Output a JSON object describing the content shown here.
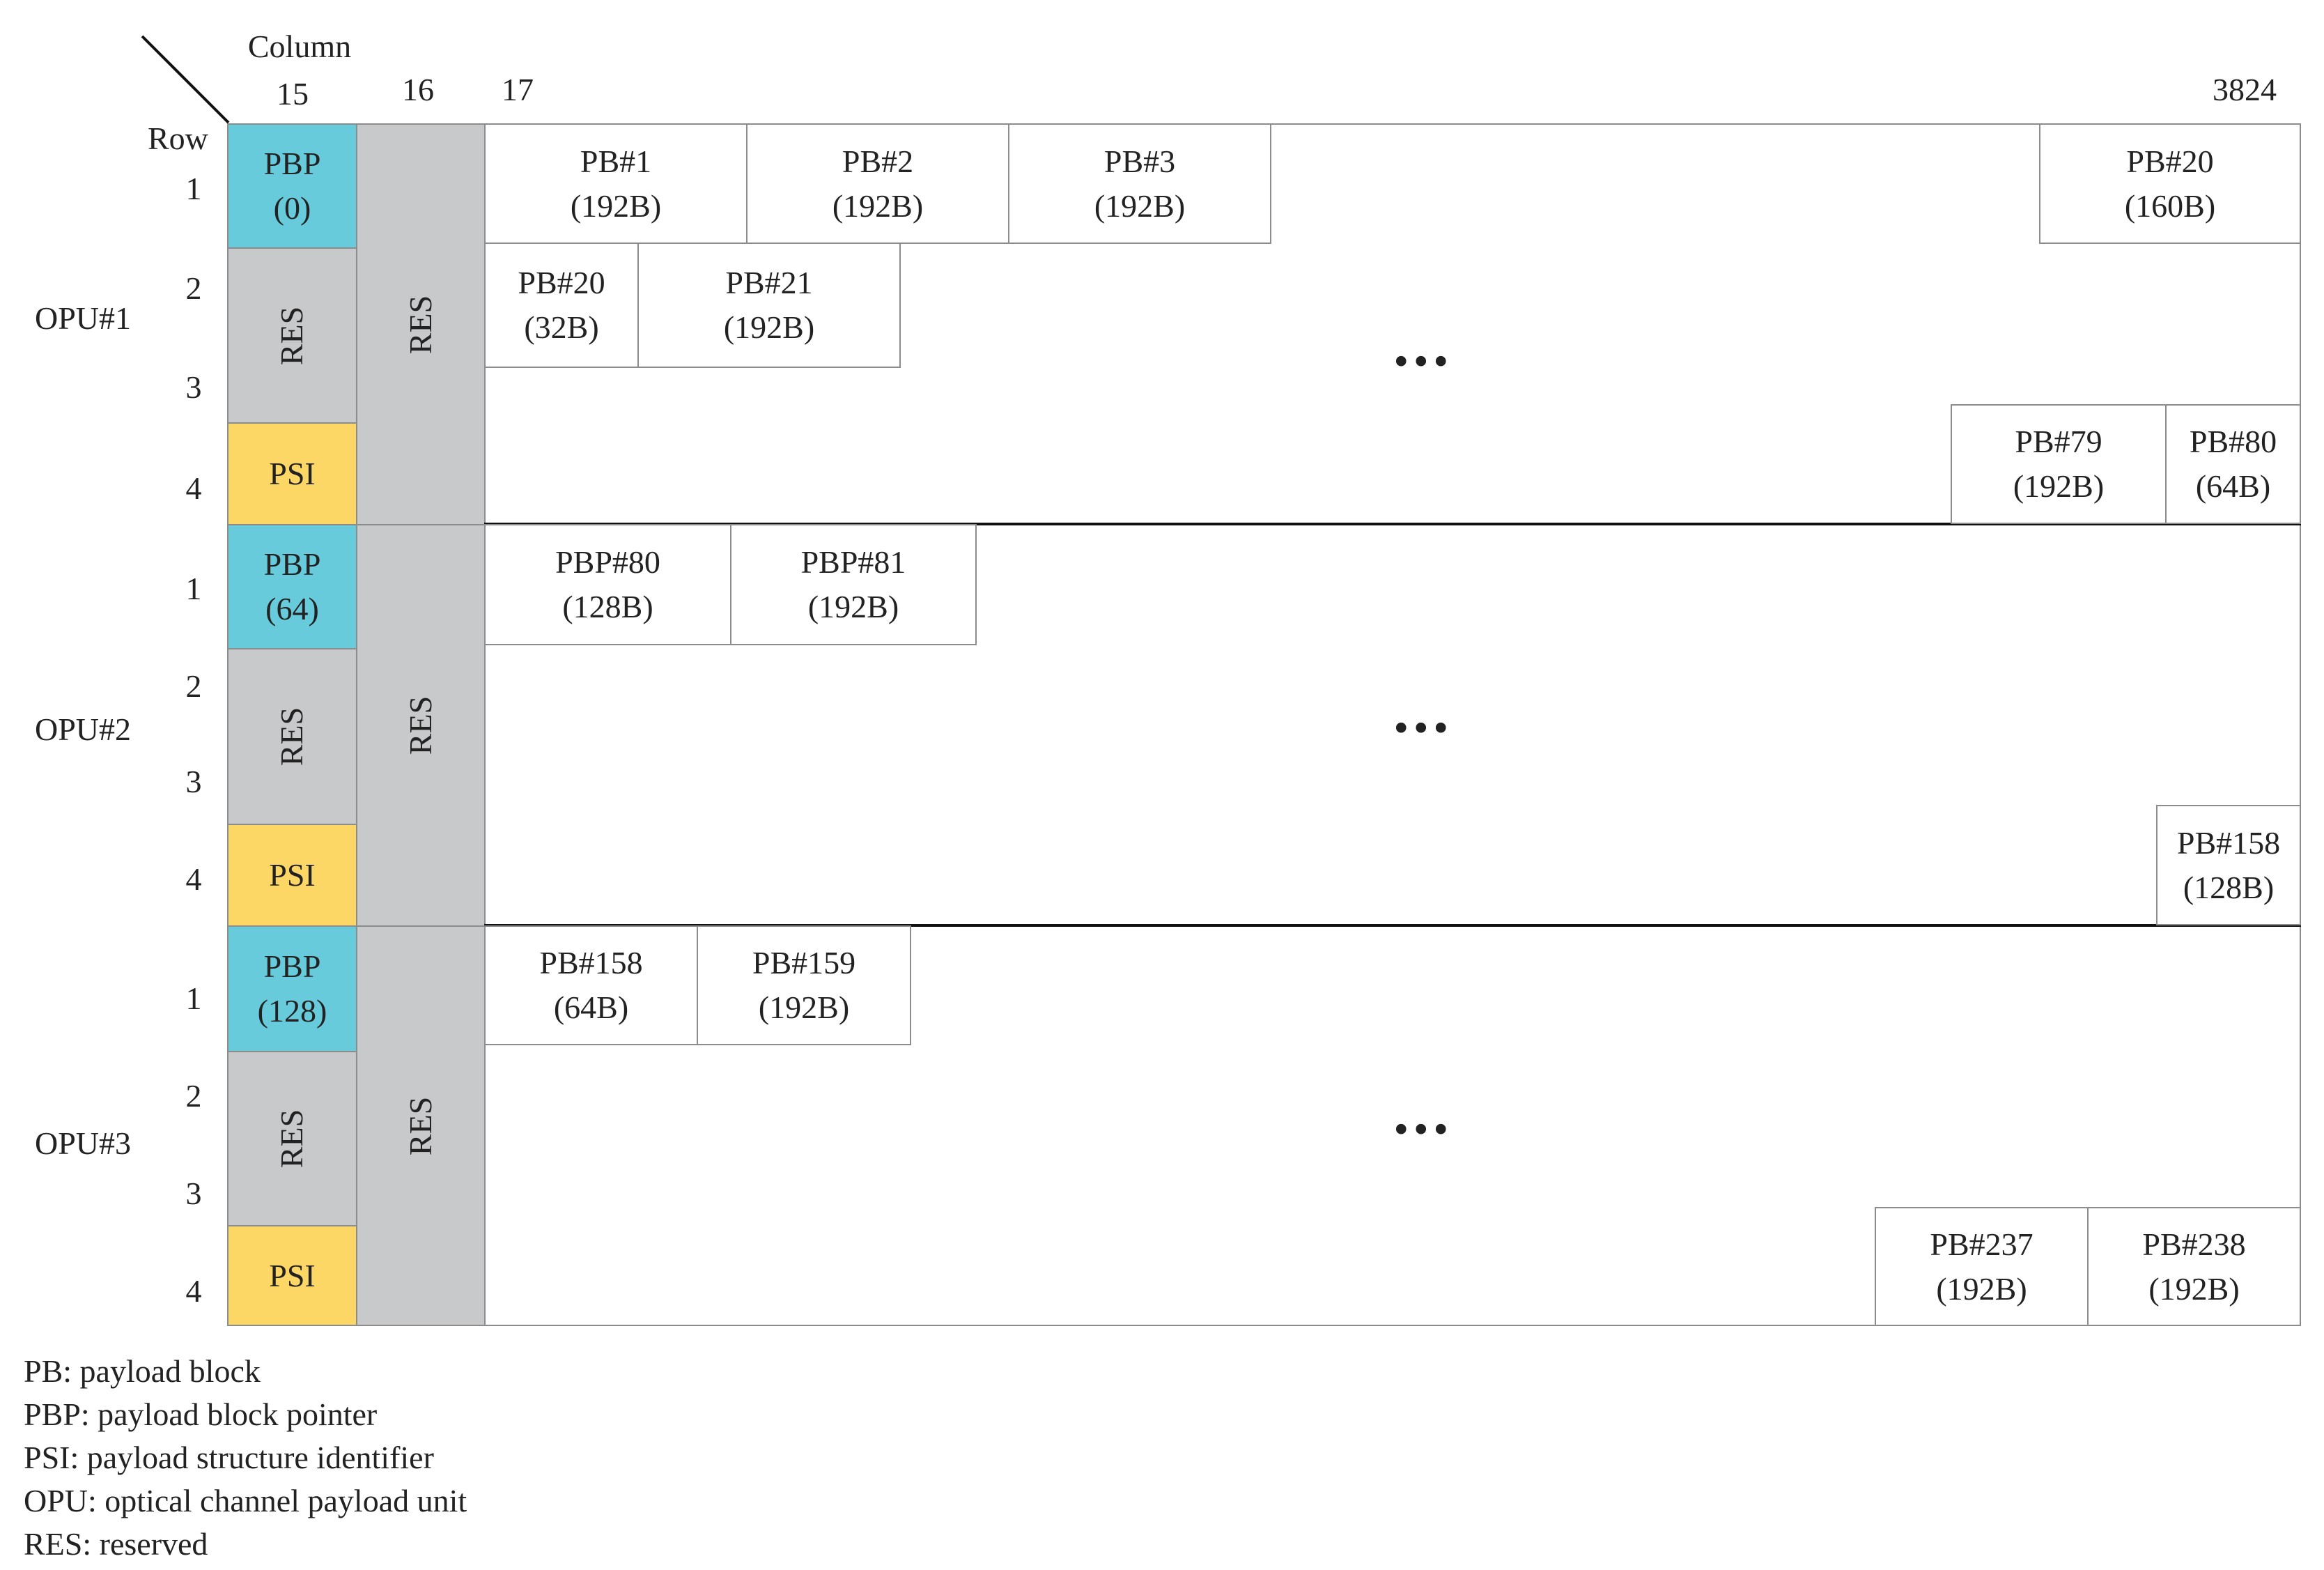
{
  "axis": {
    "column_label": "Column",
    "row_label": "Row"
  },
  "columns": {
    "c15": "15",
    "c16": "16",
    "c17": "17",
    "c3824": "3824"
  },
  "rows": [
    "1",
    "2",
    "3",
    "4"
  ],
  "opus": [
    {
      "label": "OPU#1",
      "pbp_name": "PBP",
      "pbp_value": "(0)",
      "res": "RES",
      "psi": "PSI"
    },
    {
      "label": "OPU#2",
      "pbp_name": "PBP",
      "pbp_value": "(64)",
      "res": "RES",
      "psi": "PSI"
    },
    {
      "label": "OPU#3",
      "pbp_name": "PBP",
      "pbp_value": "(128)",
      "res": "RES",
      "psi": "PSI"
    }
  ],
  "col16_label": "RES",
  "blocks": {
    "o1_pb1": {
      "name": "PB#1",
      "size": "(192B)"
    },
    "o1_pb2": {
      "name": "PB#2",
      "size": "(192B)"
    },
    "o1_pb3": {
      "name": "PB#3",
      "size": "(192B)"
    },
    "o1_pb20a": {
      "name": "PB#20",
      "size": "(160B)"
    },
    "o1_pb20b": {
      "name": "PB#20",
      "size": "(32B)"
    },
    "o1_pb21": {
      "name": "PB#21",
      "size": "(192B)"
    },
    "o1_pb79": {
      "name": "PB#79",
      "size": "(192B)"
    },
    "o1_pb80": {
      "name": "PB#80",
      "size": "(64B)"
    },
    "o2_pbp80": {
      "name": "PBP#80",
      "size": "(128B)"
    },
    "o2_pbp81": {
      "name": "PBP#81",
      "size": "(192B)"
    },
    "o2_pb158": {
      "name": "PB#158",
      "size": "(128B)"
    },
    "o3_pb158": {
      "name": "PB#158",
      "size": "(64B)"
    },
    "o3_pb159": {
      "name": "PB#159",
      "size": "(192B)"
    },
    "o3_pb237": {
      "name": "PB#237",
      "size": "(192B)"
    },
    "o3_pb238": {
      "name": "PB#238",
      "size": "(192B)"
    }
  },
  "ellipsis": "...",
  "legend": [
    "PB: payload block",
    "PBP: payload block pointer",
    "PSI: payload structure identifier",
    "OPU: optical channel payload unit",
    "RES: reserved"
  ],
  "colors": {
    "pbp": "#67cbdb",
    "psi": "#fdd766",
    "res": "#c8c9ca"
  }
}
